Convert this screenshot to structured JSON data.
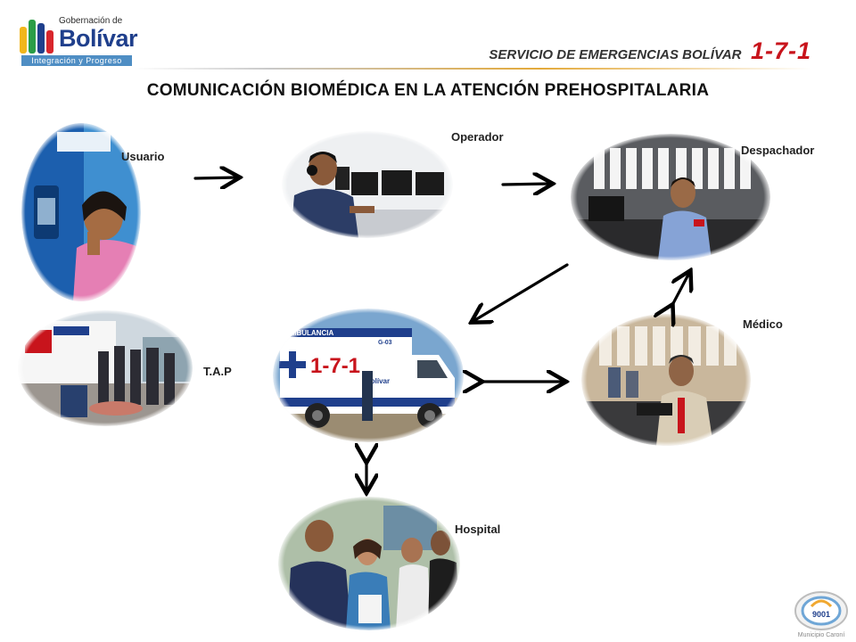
{
  "header": {
    "logo_small": "Gobernación de",
    "logo_big": "Bolívar",
    "logo_tagline": "Integración y Progreso",
    "service_text": "SERVICIO DE EMERGENCIAS BOLÍVAR",
    "service_number": "1-7-1",
    "title": "COMUNICACIÓN BIOMÉDICA EN LA ATENCIÓN PREHOSPITALARIA"
  },
  "nodes": [
    {
      "id": "usuario",
      "label": "Usuario"
    },
    {
      "id": "operador",
      "label": "Operador"
    },
    {
      "id": "despachador",
      "label": "Despachador"
    },
    {
      "id": "medico",
      "label": "Médico"
    },
    {
      "id": "tap",
      "label": "T.A.P"
    },
    {
      "id": "hospital",
      "label": "Hospital"
    }
  ],
  "ambulance": {
    "side_text": "AMBULANCIA",
    "number": "1-7-1",
    "brand": "Bolívar",
    "unit": "G-03"
  },
  "footer": {
    "iso_number": "9001",
    "iso_caption": "Municipio Caroní"
  },
  "colors": {
    "brand_blue": "#1f3f8c",
    "emergency_red": "#c8141c",
    "arrow": "#000000"
  }
}
